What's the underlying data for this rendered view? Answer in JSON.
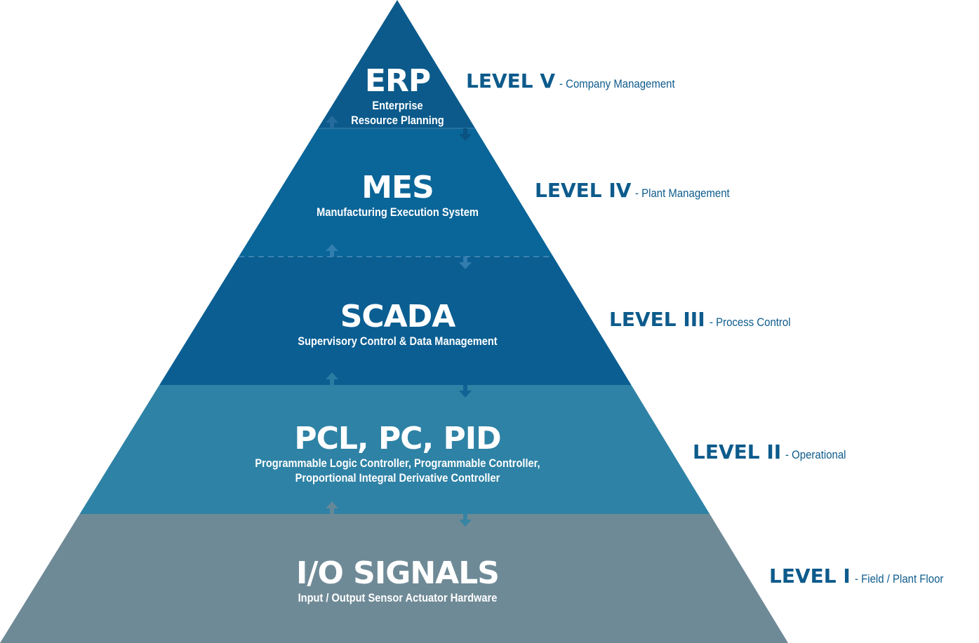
{
  "colors": {
    "erp": "#0b5a8b",
    "mes": "#0a6598",
    "scada": "#0a5e92",
    "plc": "#2e82a5",
    "io": "#6f8a97",
    "label": "#0d5b8c",
    "arrow_up_dark": "#3a80ad",
    "arrow_down_dark": "#1f5f8c"
  },
  "layers": [
    {
      "id": "erp",
      "acronym": "ERP",
      "full_name_lines": [
        "Enterprise",
        "Resource Planning"
      ],
      "level": "LEVEL V",
      "description": "- Company Management"
    },
    {
      "id": "mes",
      "acronym": "MES",
      "full_name_lines": [
        "Manufacturing Execution System"
      ],
      "level": "LEVEL IV",
      "description": "- Plant Management"
    },
    {
      "id": "scada",
      "acronym": "SCADA",
      "full_name_lines": [
        "Supervisory Control & Data Management"
      ],
      "level": "LEVEL III",
      "description": "- Process Control"
    },
    {
      "id": "plc",
      "acronym": "PCL, PC, PID",
      "full_name_lines": [
        "Programmable Logic Controller, Programmable Controller,",
        "Proportional Integral Derivative Controller"
      ],
      "level": "LEVEL II",
      "description": "- Operational"
    },
    {
      "id": "io",
      "acronym": "I/O SIGNALS",
      "full_name_lines": [
        "Input / Output Sensor Actuator Hardware"
      ],
      "level": "LEVEL I",
      "description": "- Field / Plant Floor"
    }
  ]
}
